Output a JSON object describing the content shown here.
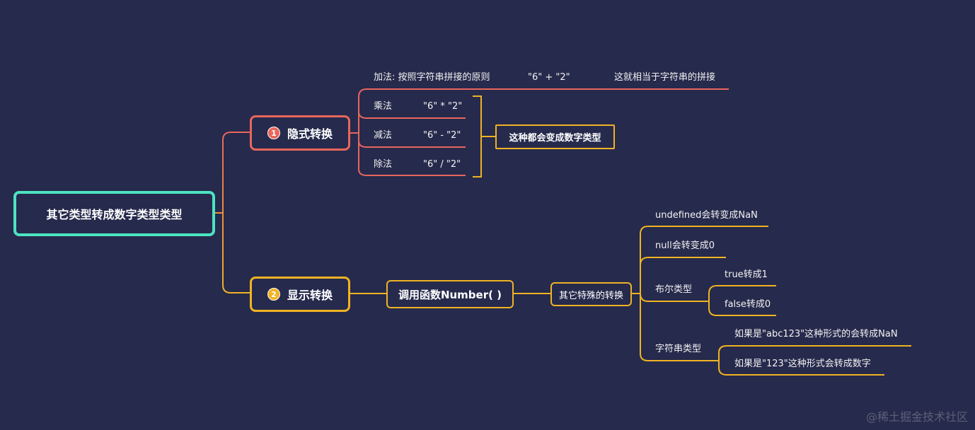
{
  "root": {
    "label": "其它类型转成数字类型类型"
  },
  "implicit": {
    "badge": "1",
    "label": "隐式转换",
    "addition": {
      "label": "加法: 按照字符串拼接的原则",
      "example": "\"6\" + \"2\"",
      "note": "这就相当于字符串的拼接"
    },
    "multiply": {
      "label": "乘法",
      "example": "\"6\" * \"2\""
    },
    "subtract": {
      "label": "减法",
      "example": "\"6\" - \"2\""
    },
    "divide": {
      "label": "除法",
      "example": "\"6\" / \"2\""
    },
    "summary": "这种都会变成数字类型"
  },
  "explicit": {
    "badge": "2",
    "label": "显示转换",
    "function": "调用函数Number( )",
    "special": {
      "label": "其它特殊的转换",
      "undefined": "undefined会转变成NaN",
      "null": "null会转变成0",
      "boolean": {
        "label": "布尔类型",
        "true": "true转成1",
        "false": "false转成0"
      },
      "string": {
        "label": "字符串类型",
        "mixed": "如果是\"abc123\"这种形式的会转成NaN",
        "numeric": "如果是\"123\"这种形式会转成数字"
      }
    }
  },
  "watermark": "@稀土掘金技术社区",
  "colors": {
    "background": "#262a4c",
    "root": "#4de3c1",
    "implicit": "#e8665c",
    "explicit": "#f0b323",
    "text": "#f2f2f2"
  }
}
